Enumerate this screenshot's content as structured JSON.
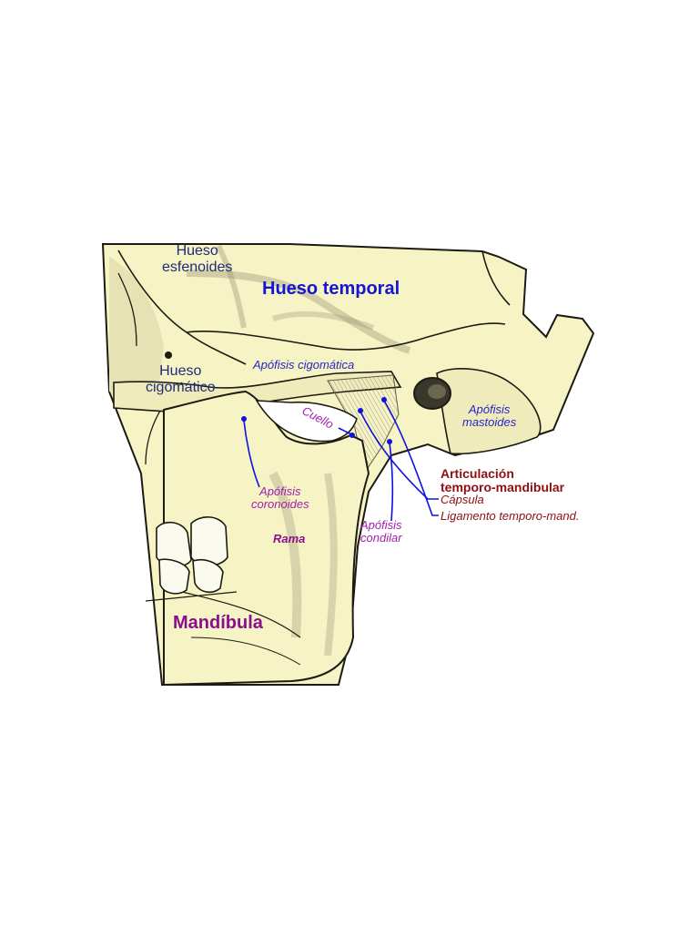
{
  "labels": {
    "sphenoid": "Hueso\nesfenoides",
    "temporal": "Hueso temporal",
    "zygomatic": "Hueso\ncigomático",
    "zygomatic_process": "Apófisis cigomática",
    "neck": "Cuello",
    "mastoid": "Apófisis\nmastoides",
    "tmj_title": "Articulación\ntemporo-mandibular",
    "capsule": "Cápsula",
    "ligament": "Ligamento temporo-mand.",
    "coronoid": "Apófisis\ncoronoides",
    "condylar": "Apófisis\ncondilar",
    "ramus": "Rama",
    "mandible": "Mandíbula"
  },
  "colors": {
    "bone": "#f6f3c5",
    "outline": "#1c1a12",
    "leader_blue": "#1010e0",
    "navy": "#1f2c7a",
    "purple": "#a21fb0",
    "dark_red": "#8e0f12"
  }
}
